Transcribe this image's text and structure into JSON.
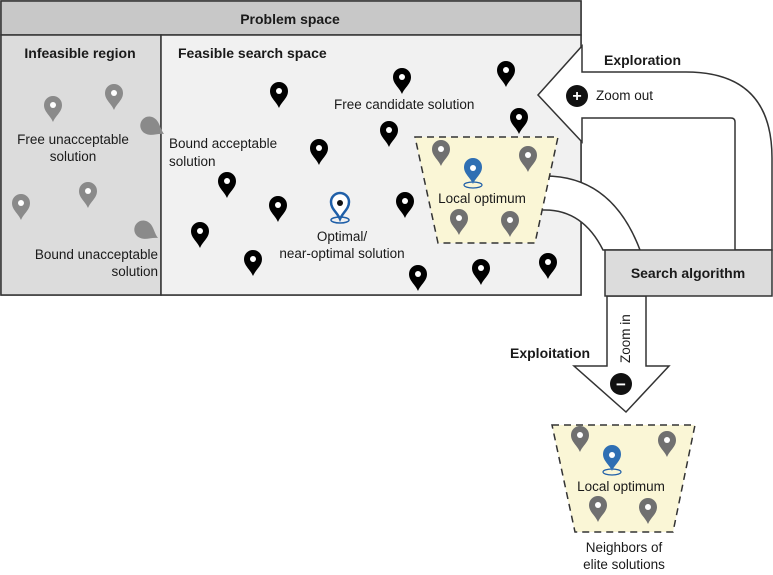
{
  "problem_space": {
    "title": "Problem space"
  },
  "infeasible_region": {
    "title": "Infeasible region",
    "free_label": [
      "Free unacceptable",
      "solution"
    ],
    "bound_label": [
      "Bound unacceptable",
      "solution"
    ]
  },
  "feasible_space": {
    "title": "Feasible search space",
    "free_candidate_label": "Free candidate solution",
    "bound_acceptable_label": [
      "Bound acceptable",
      "solution"
    ],
    "optimal_label": [
      "Optimal/",
      "near-optimal solution"
    ]
  },
  "local_optimum_label": "Local optimum",
  "search_algorithm_label": "Search algorithm",
  "exploration": {
    "label": "Exploration",
    "zoom_label": "Zoom out",
    "symbol": "+"
  },
  "exploitation": {
    "label": "Exploitation",
    "zoom_label": "Zoom in",
    "symbol": "−"
  },
  "neighbors": {
    "local_optimum_label": "Local optimum",
    "label": [
      "Neighbors of",
      "elite solutions"
    ]
  },
  "colors": {
    "header_fill": "#c8c8c8",
    "infeasible_fill": "#dcdcdc",
    "feasible_fill": "#f1f1f1",
    "optimum_fill": "#faf6d6",
    "pin_black": "#000000",
    "pin_gray": "#8a8a8a",
    "pin_dark_gray": "#707070",
    "pin_blue": "#1f5fa8"
  },
  "icons": {
    "candidate": "map-pin-icon",
    "optimum": "location-pin-icon",
    "zoom_out": "plus-circle-icon",
    "zoom_in": "minus-circle-icon"
  }
}
